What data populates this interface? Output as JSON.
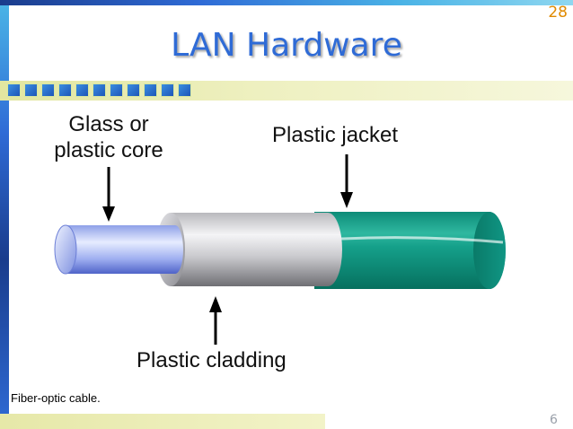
{
  "slide": {
    "number": "28",
    "title": "LAN Hardware",
    "caption": "Fiber-optic cable.",
    "corner_mark": "6"
  },
  "figure": {
    "labels": {
      "core": "Glass or plastic core",
      "jacket": "Plastic jacket",
      "cladding": "Plastic cladding"
    }
  },
  "colors": {
    "accent": "#2f6bd6",
    "slide_number": "#e08a00",
    "jacket": "#0f9b85",
    "cladding": "#d9d9d9",
    "core": "#aab8f2"
  },
  "icons": [
    "arrow-down-icon",
    "arrow-up-icon"
  ]
}
